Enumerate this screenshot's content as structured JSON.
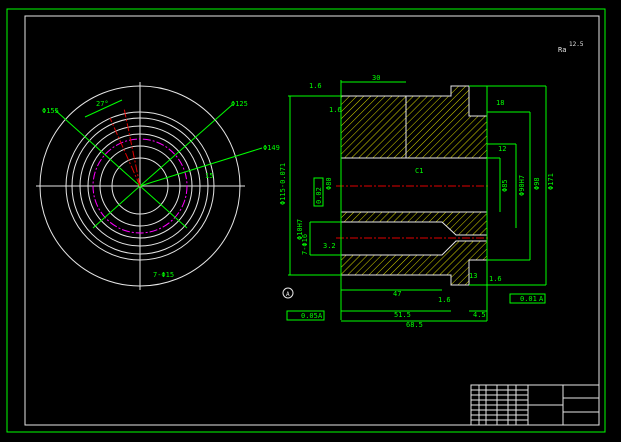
{
  "colors": {
    "frame": "#00ff00",
    "outline": "#e6e6e6",
    "center": "#e00000",
    "pitch": "#ff00ff",
    "hatch": "#d8d800"
  },
  "front_view": {
    "dia_outer": "Φ155",
    "dia_mid": "Φ125",
    "dia_pitch": "Φ149",
    "angle": "27°",
    "slot_width": "15",
    "slot_count": "7-Φ15"
  },
  "section_view": {
    "len_30": "30",
    "dia_115": "Φ115-0.071",
    "dia_80": "Φ80",
    "runout": "0.02",
    "holes": "7-Φ16",
    "hole_fit": "Φ10H7",
    "len_47": "47",
    "len_51_5": "51.5",
    "len_68_5": "68.5",
    "len_4_5": "4.5",
    "len_18": "18",
    "len_12": "12",
    "len_13": "13",
    "dia_85": "Φ85",
    "dia_90": "Φ90H7",
    "dia_98": "Φ98",
    "dia_171": "Φ171",
    "chamfer": "C1",
    "rough_1": "1.6",
    "rough_2": "1.6",
    "rough_3": "3.2",
    "rough_4": "1.6",
    "rough_5": "1.6",
    "tol_flat": "0.05",
    "tol_runout": "0.01",
    "datum": "A",
    "datum_ref_1": "A",
    "datum_ref_2": "A"
  },
  "general_roughness": {
    "prefix": "Ra",
    "value": "12.5"
  }
}
